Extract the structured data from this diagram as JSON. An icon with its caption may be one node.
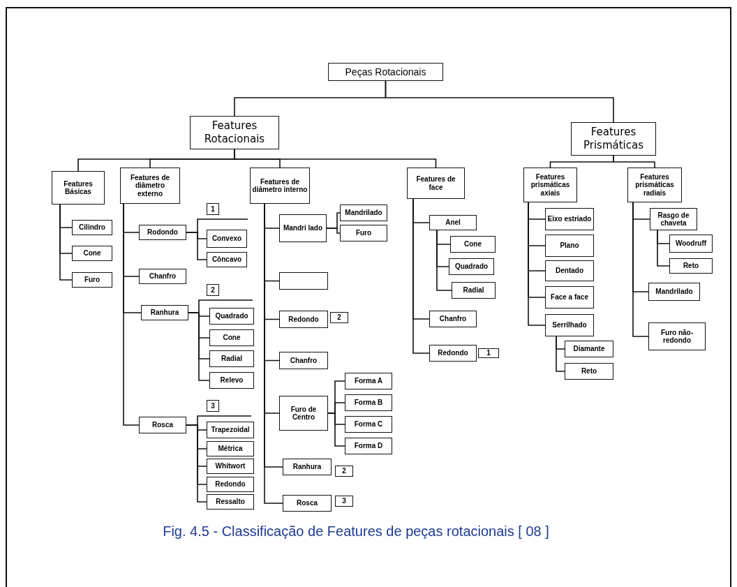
{
  "diagram": {
    "caption": "Fig. 4.5 - Classificação de Features de peças rotacionais [ 08 ]",
    "nodes": [
      {
        "text": [
          "Peças Rotacionais"
        ]
      },
      {
        "text": [
          "Features Rotacionais"
        ]
      },
      {
        "text": [
          "Features Prismáticas"
        ]
      },
      {
        "text": [
          "Features Básicas"
        ]
      },
      {
        "text": [
          "Features de diâmetro externo"
        ]
      },
      {
        "text": [
          "Features de diâmetro interno"
        ]
      },
      {
        "text": [
          "Features de face"
        ]
      },
      {
        "text": [
          "Features prismáticas axiais"
        ]
      },
      {
        "text": [
          "Features prismáticas radiais"
        ]
      },
      {
        "text": [
          "Cilindro"
        ]
      },
      {
        "text": [
          "Cone"
        ]
      },
      {
        "text": [
          "Furo"
        ]
      },
      {
        "text": [
          "1"
        ]
      },
      {
        "text": [
          "Rodondo"
        ]
      },
      {
        "text": [
          "Convexo"
        ]
      },
      {
        "text": [
          "Côncavo"
        ]
      },
      {
        "text": [
          "Chanfro"
        ]
      },
      {
        "text": [
          "2"
        ]
      },
      {
        "text": [
          "Ranhura"
        ]
      },
      {
        "text": [
          "Quadrado"
        ]
      },
      {
        "text": [
          "Cone"
        ]
      },
      {
        "text": [
          "Radial"
        ]
      },
      {
        "text": [
          "Relevo"
        ]
      },
      {
        "text": [
          "3"
        ]
      },
      {
        "text": [
          "Rosca"
        ]
      },
      {
        "text": [
          "Trapezoidal"
        ]
      },
      {
        "text": [
          "Métrica"
        ]
      },
      {
        "text": [
          "Whitwort"
        ]
      },
      {
        "text": [
          "Redondo"
        ]
      },
      {
        "text": [
          "Ressalto"
        ]
      },
      {
        "text": [
          "Mandri lado"
        ]
      },
      {
        "text": [
          "Mandrilado"
        ]
      },
      {
        "text": [
          "Furo"
        ]
      },
      {
        "text": [],
        "shape": "box"
      },
      {
        "text": [
          "Redondo"
        ]
      },
      {
        "text": [
          "2"
        ]
      },
      {
        "text": [
          "Chanfro"
        ]
      },
      {
        "text": [
          "Furo de Centro"
        ]
      },
      {
        "text": [
          "Forma A"
        ]
      },
      {
        "text": [
          "Forma B"
        ]
      },
      {
        "text": [
          "Forma C"
        ]
      },
      {
        "text": [
          "Forma D"
        ]
      },
      {
        "text": [
          "Ranhura"
        ]
      },
      {
        "text": [
          "2"
        ]
      },
      {
        "text": [
          "Rosca"
        ]
      },
      {
        "text": [
          "3"
        ]
      },
      {
        "text": [
          "Anel"
        ]
      },
      {
        "text": [
          "Cone"
        ]
      },
      {
        "text": [
          "Quadrado"
        ]
      },
      {
        "text": [
          "Radial"
        ]
      },
      {
        "text": [
          "Chanfro"
        ]
      },
      {
        "text": [
          "Redondo"
        ]
      },
      {
        "text": [
          "1"
        ]
      },
      {
        "text": [
          "Eixo estriado"
        ]
      },
      {
        "text": [
          "Plano"
        ]
      },
      {
        "text": [
          "Dentado"
        ]
      },
      {
        "text": [
          "Face a face"
        ]
      },
      {
        "text": [
          "Serrilhado"
        ]
      },
      {
        "text": [
          "Diamante"
        ]
      },
      {
        "text": [
          "Reto"
        ]
      },
      {
        "text": [
          "Rasgo de chaveta"
        ]
      },
      {
        "text": [
          "Woodruff"
        ]
      },
      {
        "text": [
          "Reto"
        ]
      },
      {
        "text": [
          "Mandrilado"
        ]
      },
      {
        "text": [
          "Furo não-redondo"
        ]
      }
    ],
    "edges": [
      {
        "from": 0,
        "to": 1,
        "arrow": "none"
      },
      {
        "from": 0,
        "to": 2,
        "arrow": "none"
      },
      {
        "from": 1,
        "to": 3,
        "arrow": "none"
      },
      {
        "from": 1,
        "to": 4,
        "arrow": "none"
      },
      {
        "from": 1,
        "to": 5,
        "arrow": "none"
      },
      {
        "from": 1,
        "to": 6,
        "arrow": "none"
      },
      {
        "from": 2,
        "to": 7,
        "arrow": "none"
      },
      {
        "from": 2,
        "to": 8,
        "arrow": "none"
      },
      {
        "from": 3,
        "to": 9,
        "arrow": "none"
      },
      {
        "from": 3,
        "to": 10,
        "arrow": "none"
      },
      {
        "from": 3,
        "to": 11,
        "arrow": "none"
      },
      {
        "from": 4,
        "to": 13,
        "arrow": "none"
      },
      {
        "from": 4,
        "to": 16,
        "arrow": "none"
      },
      {
        "from": 4,
        "to": 18,
        "arrow": "none"
      },
      {
        "from": 4,
        "to": 24,
        "arrow": "none"
      },
      {
        "from": 13,
        "to": 14,
        "arrow": "none"
      },
      {
        "from": 13,
        "to": 15,
        "arrow": "none"
      },
      {
        "from": 18,
        "to": 19,
        "arrow": "none"
      },
      {
        "from": 18,
        "to": 20,
        "arrow": "none"
      },
      {
        "from": 18,
        "to": 21,
        "arrow": "none"
      },
      {
        "from": 18,
        "to": 22,
        "arrow": "none"
      },
      {
        "from": 24,
        "to": 25,
        "arrow": "none"
      },
      {
        "from": 24,
        "to": 26,
        "arrow": "none"
      },
      {
        "from": 24,
        "to": 27,
        "arrow": "none"
      },
      {
        "from": 24,
        "to": 28,
        "arrow": "none"
      },
      {
        "from": 24,
        "to": 29,
        "arrow": "none"
      },
      {
        "from": 5,
        "to": 30,
        "arrow": "none"
      },
      {
        "from": 5,
        "to": 33,
        "arrow": "none"
      },
      {
        "from": 5,
        "to": 34,
        "arrow": "none"
      },
      {
        "from": 5,
        "to": 36,
        "arrow": "none"
      },
      {
        "from": 5,
        "to": 37,
        "arrow": "none"
      },
      {
        "from": 5,
        "to": 42,
        "arrow": "none"
      },
      {
        "from": 5,
        "to": 44,
        "arrow": "none"
      },
      {
        "from": 30,
        "to": 31,
        "arrow": "none"
      },
      {
        "from": 30,
        "to": 32,
        "arrow": "none"
      },
      {
        "from": 37,
        "to": 38,
        "arrow": "none"
      },
      {
        "from": 37,
        "to": 39,
        "arrow": "none"
      },
      {
        "from": 37,
        "to": 40,
        "arrow": "none"
      },
      {
        "from": 37,
        "to": 41,
        "arrow": "none"
      },
      {
        "from": 6,
        "to": 46,
        "arrow": "none"
      },
      {
        "from": 6,
        "to": 50,
        "arrow": "none"
      },
      {
        "from": 6,
        "to": 51,
        "arrow": "none"
      },
      {
        "from": 46,
        "to": 47,
        "arrow": "none"
      },
      {
        "from": 46,
        "to": 48,
        "arrow": "none"
      },
      {
        "from": 46,
        "to": 49,
        "arrow": "none"
      },
      {
        "from": 7,
        "to": 53,
        "arrow": "none"
      },
      {
        "from": 7,
        "to": 54,
        "arrow": "none"
      },
      {
        "from": 7,
        "to": 55,
        "arrow": "none"
      },
      {
        "from": 7,
        "to": 56,
        "arrow": "none"
      },
      {
        "from": 7,
        "to": 57,
        "arrow": "none"
      },
      {
        "from": 57,
        "to": 58,
        "arrow": "none"
      },
      {
        "from": 57,
        "to": 59,
        "arrow": "none"
      },
      {
        "from": 8,
        "to": 60,
        "arrow": "none"
      },
      {
        "from": 8,
        "to": 63,
        "arrow": "none"
      },
      {
        "from": 8,
        "to": 64,
        "arrow": "none"
      },
      {
        "from": 60,
        "to": 61,
        "arrow": "none"
      },
      {
        "from": 60,
        "to": 62,
        "arrow": "none"
      }
    ]
  }
}
